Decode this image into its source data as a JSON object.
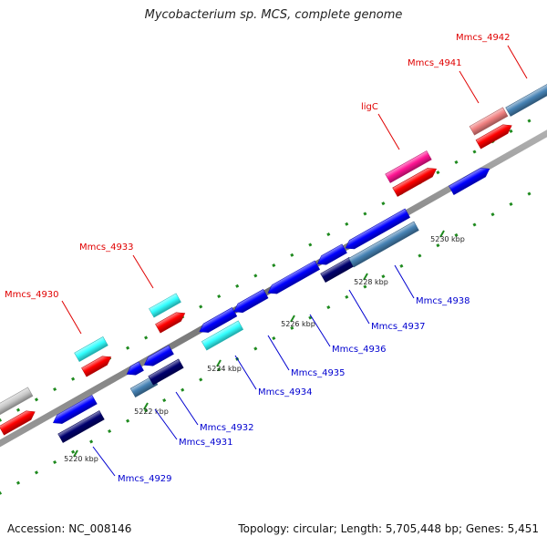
{
  "title": "Mycobacterium sp. MCS, complete genome",
  "footer": {
    "accession": "Accession: NC_008146",
    "summary": "Topology: circular; Length: 5,705,448 bp; Genes: 5,451"
  },
  "colors": {
    "backbone": "#8c8c8c",
    "tick_dots": "#1f8a1f",
    "forward_label": "#e00000",
    "reverse_label": "#0000d0",
    "cds_red": "#ff0000",
    "cds_blue": "#0000ff",
    "cyan": "#33ffff",
    "steelblue": "#4682b4",
    "navy": "#00006e",
    "pink": "#ff1493",
    "salmon": "#f08080",
    "grey": "#c8c8c8"
  },
  "scale_labels": [
    "5220 kbp",
    "5222 kbp",
    "5224 kbp",
    "5226 kbp",
    "5228 kbp",
    "5230 kbp"
  ],
  "forward_genes": [
    "Mmcs_4930",
    "Mmcs_4933",
    "ligC",
    "Mmcs_4941",
    "Mmcs_4942"
  ],
  "reverse_genes": [
    "Mmcs_4929",
    "Mmcs_4931",
    "Mmcs_4932",
    "Mmcs_4934",
    "Mmcs_4935",
    "Mmcs_4936",
    "Mmcs_4937",
    "Mmcs_4938"
  ]
}
